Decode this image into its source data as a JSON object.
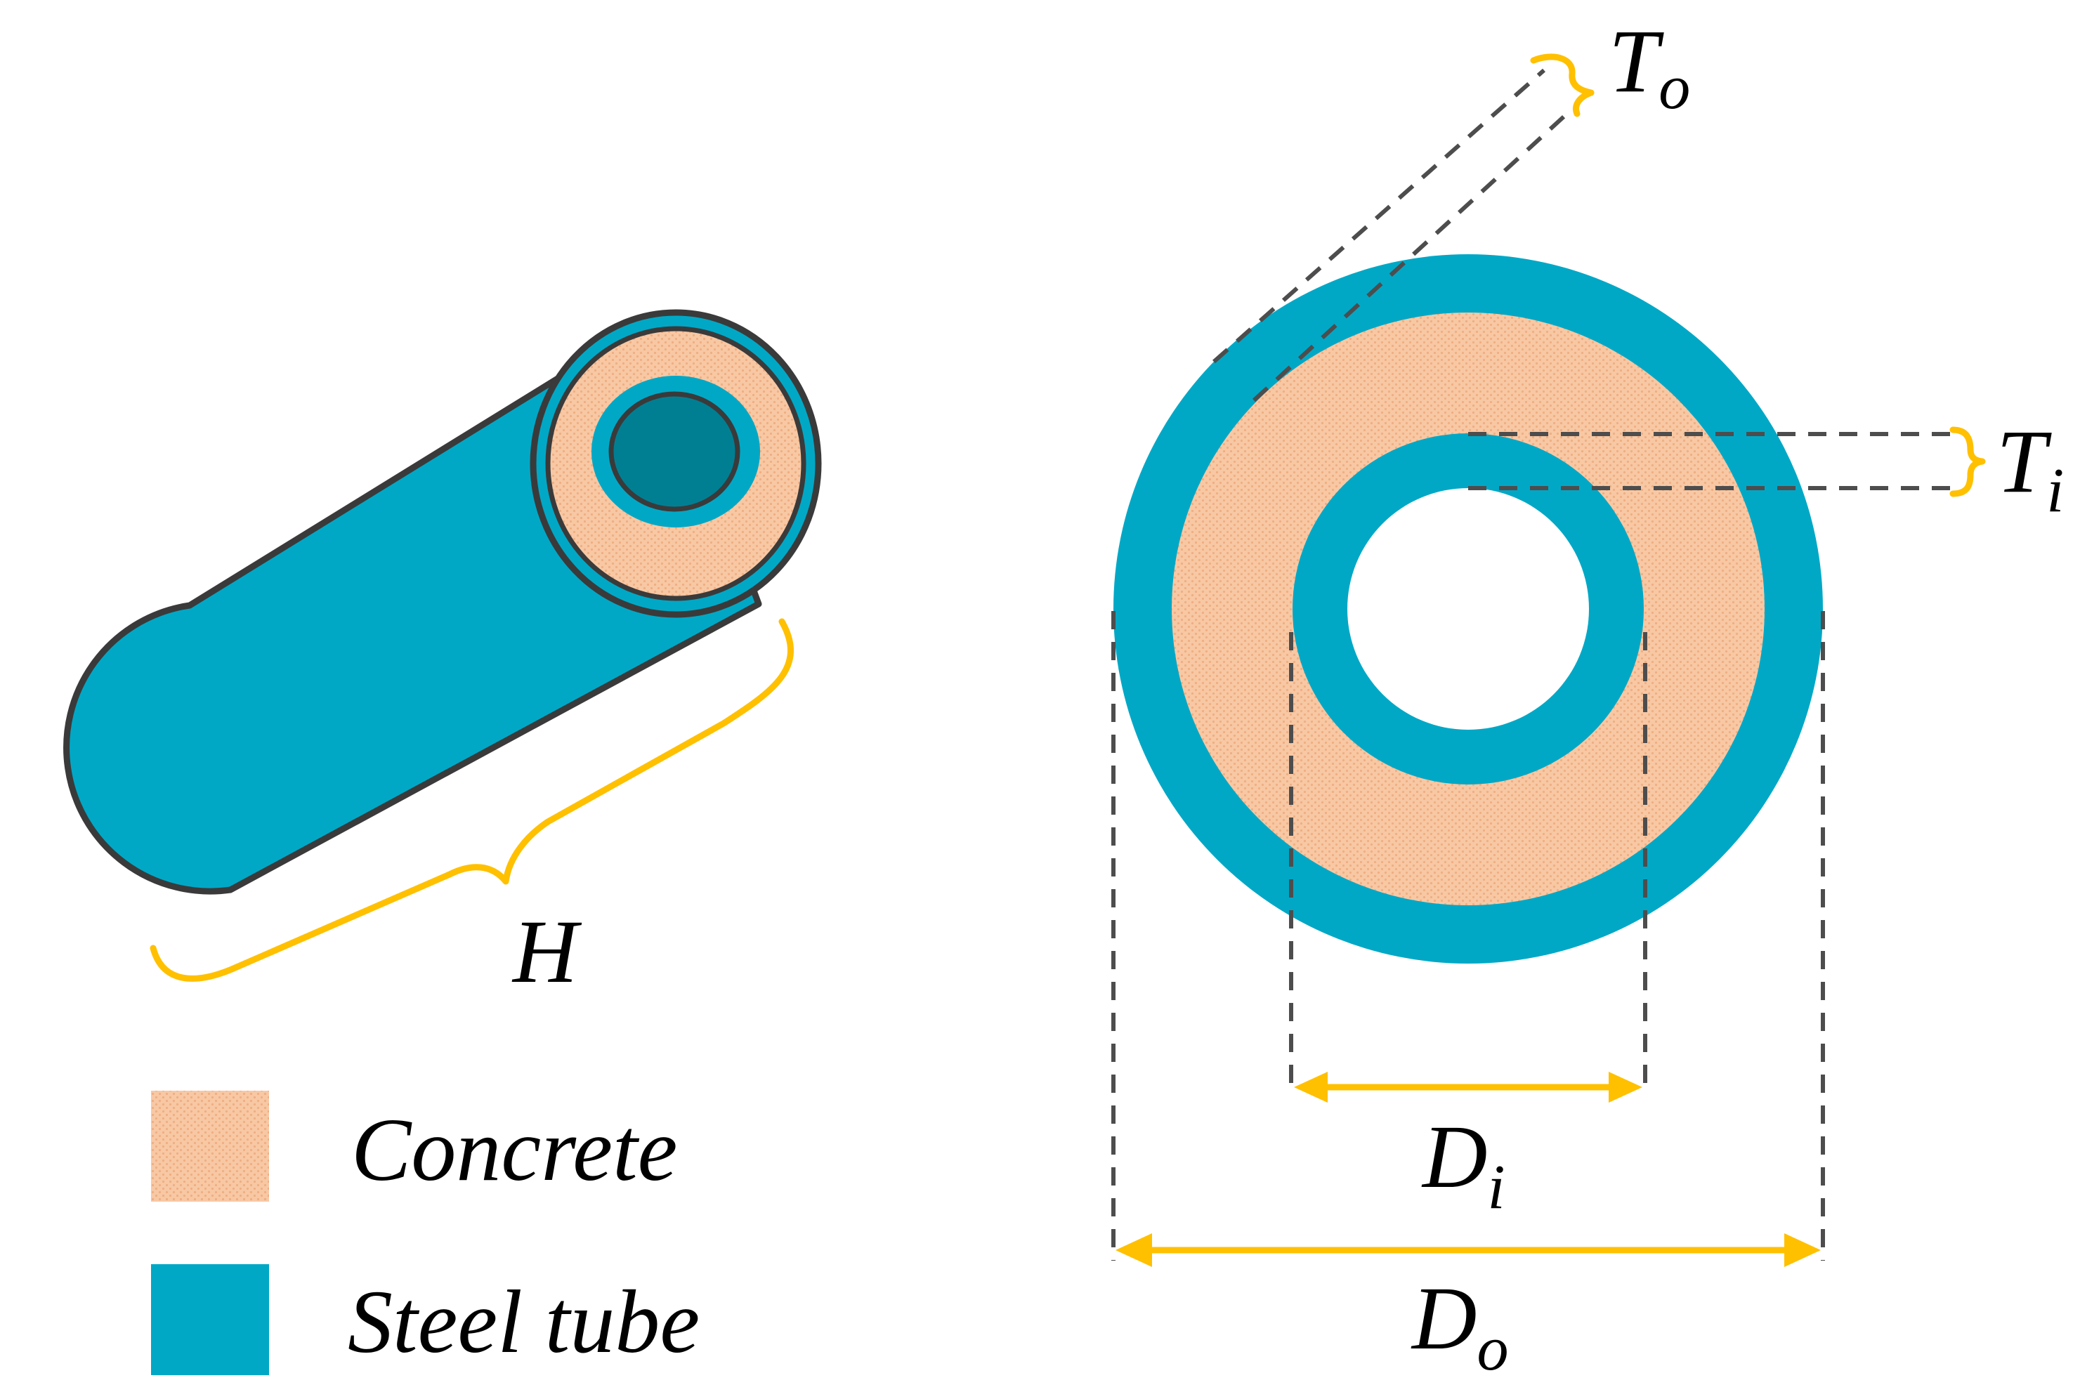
{
  "colors": {
    "steel": "#00a8c6",
    "steel_dark": "#007f93",
    "concrete": "#f8c8a4",
    "concrete_dot": "#efae82",
    "outline": "#3a3a3a",
    "dimension": "#ffc000",
    "dash": "#4d4d4d"
  },
  "labels": {
    "H": "H",
    "To_main": "T",
    "To_sub": "o",
    "Ti_main": "T",
    "Ti_sub": "i",
    "Di_main": "D",
    "Di_sub": "i",
    "Do_main": "D",
    "Do_sub": "o"
  },
  "legend": [
    {
      "label": "Concrete",
      "swatch": "concrete"
    },
    {
      "label": "Steel tube",
      "swatch": "steel"
    }
  ]
}
